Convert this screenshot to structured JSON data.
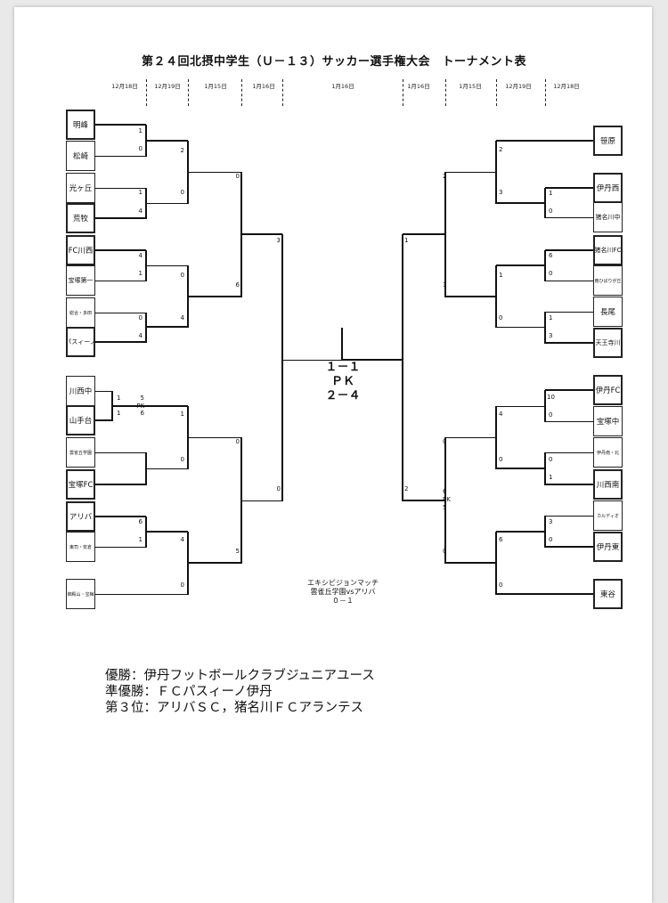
{
  "title": "第２４回北摂中学生（Ｕ－１３）サッカー選手権大会　トーナメント表",
  "dates": [
    "12月18日",
    "12月19日",
    "1月15日",
    "1月16日",
    "1月16日",
    "1月16日",
    "1月15日",
    "12月19日",
    "12月18日"
  ],
  "teams": {
    "left": [
      "明峰",
      "松崎",
      "光ヶ丘",
      "荒牧",
      "FC川西",
      "宝塚第一",
      "総合・多田",
      "パスィーノ",
      "川西中",
      "山手台",
      "雲雀丘学園",
      "宝塚FC",
      "アリバ",
      "東司・安倉",
      "御殿山・宝梅"
    ],
    "right": [
      "笹原",
      "伊丹西",
      "猪名川中",
      "猪名川FC",
      "南ひばりが丘",
      "長尾",
      "天王寺川",
      "伊丹FC",
      "宝塚中",
      "伊丹南・北",
      "川西南",
      "カルディオ",
      "伊丹東",
      "東谷"
    ]
  },
  "scores": {
    "left_r1": [
      "1",
      "0",
      "1",
      "4",
      "4",
      "1",
      "0",
      "4",
      "1",
      "5",
      "1",
      "6",
      "6",
      "1"
    ],
    "left_pk": "PK",
    "left_r2": [
      "2",
      "0",
      "0",
      "4",
      "1",
      "0",
      "4",
      "0"
    ],
    "left_r3": [
      "0",
      "6",
      "0",
      "5"
    ],
    "left_sf": [
      "3",
      "0"
    ],
    "right_r1": [
      "1",
      "0",
      "6",
      "0",
      "1",
      "3",
      "10",
      "0",
      "0",
      "1",
      "3",
      "0"
    ],
    "right_r2": [
      "2",
      "3",
      "1",
      "0",
      "4",
      "0",
      "6",
      "0"
    ],
    "right_r3": [
      "2",
      "3",
      "0",
      "6",
      "PK",
      "5",
      "0"
    ],
    "right_sf": [
      "1",
      "2"
    ]
  },
  "final": {
    "score": "１－１",
    "pk_label": "ＰＫ",
    "pk_score": "２－４"
  },
  "exhibition": {
    "title": "エキシビジョンマッチ",
    "match": "雲雀丘学園vsアリバ",
    "score": "０－１"
  },
  "results": {
    "champion": "優勝：伊丹フットボールクラブジュニアユース",
    "runner_up": "準優勝：ＦＣパスィーノ伊丹",
    "third": "第３位：アリバＳＣ，猪名川ＦＣアランテス"
  }
}
